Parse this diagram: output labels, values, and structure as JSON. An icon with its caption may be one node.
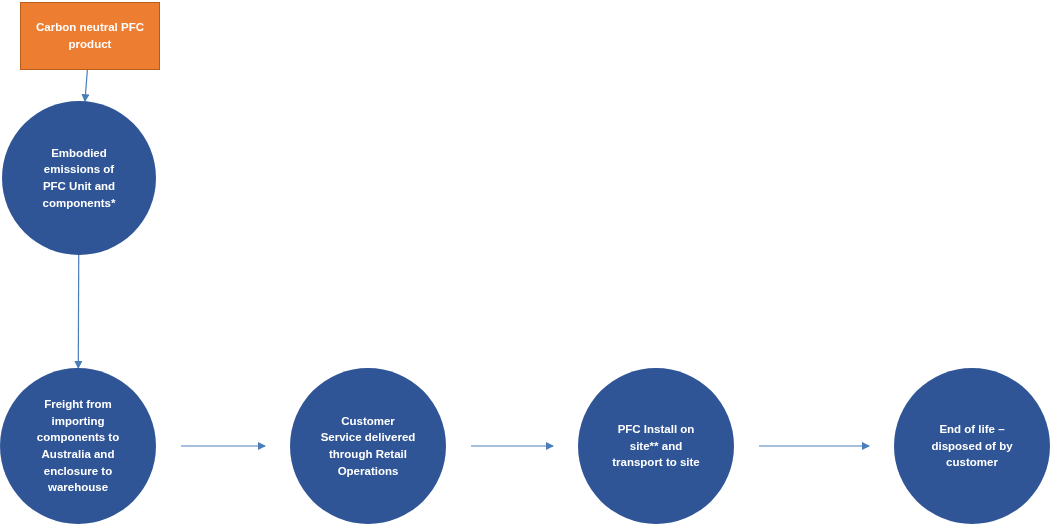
{
  "diagram": {
    "nodes": [
      {
        "text": [
          "Carbon neutral PFC product"
        ]
      },
      {
        "text": [
          "Embodied emissions of PFC Unit and components*"
        ]
      },
      {
        "text": [
          "Freight from importing components to Australia and enclosure to warehouse"
        ]
      },
      {
        "text": [
          "Customer Service delivered through Retail Operations"
        ]
      },
      {
        "text": [
          "PFC Install on site** and transport to site"
        ]
      },
      {
        "text": [
          "End of life – disposed of by customer"
        ]
      }
    ],
    "edges": [
      {
        "from": 0,
        "to": 1,
        "arrow": "to"
      },
      {
        "from": 1,
        "to": 2,
        "arrow": "to"
      },
      {
        "from": 2,
        "to": 3,
        "arrow": "to"
      },
      {
        "from": 3,
        "to": 4,
        "arrow": "to"
      },
      {
        "from": 4,
        "to": 5,
        "arrow": "to"
      }
    ]
  }
}
